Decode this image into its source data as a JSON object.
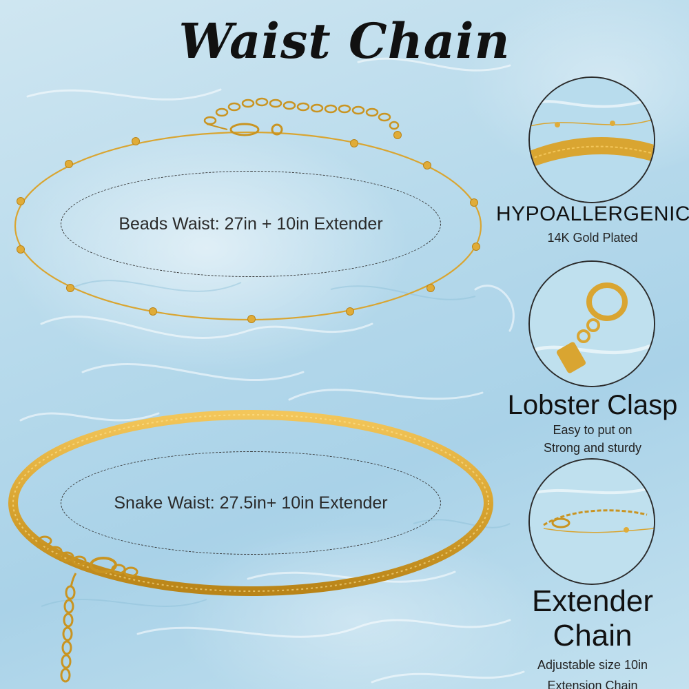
{
  "title": "Waist Chain",
  "colors": {
    "gold": "#d9a531",
    "gold_dark": "#b98418",
    "water": "#b9dbec",
    "text": "#111111"
  },
  "products": [
    {
      "label": "Beads Waist: 27in + 10in Extender"
    },
    {
      "label": "Snake Waist: 27.5in+ 10in Extender"
    }
  ],
  "features": [
    {
      "title": "HYPOALLERGENIC",
      "lines": [
        "14K Gold Plated"
      ]
    },
    {
      "title": "Lobster Clasp",
      "lines": [
        "Easy to put on",
        "Strong and sturdy"
      ]
    },
    {
      "title": "Extender Chain",
      "lines": [
        "Adjustable size 10in",
        "Extension Chain"
      ]
    }
  ]
}
